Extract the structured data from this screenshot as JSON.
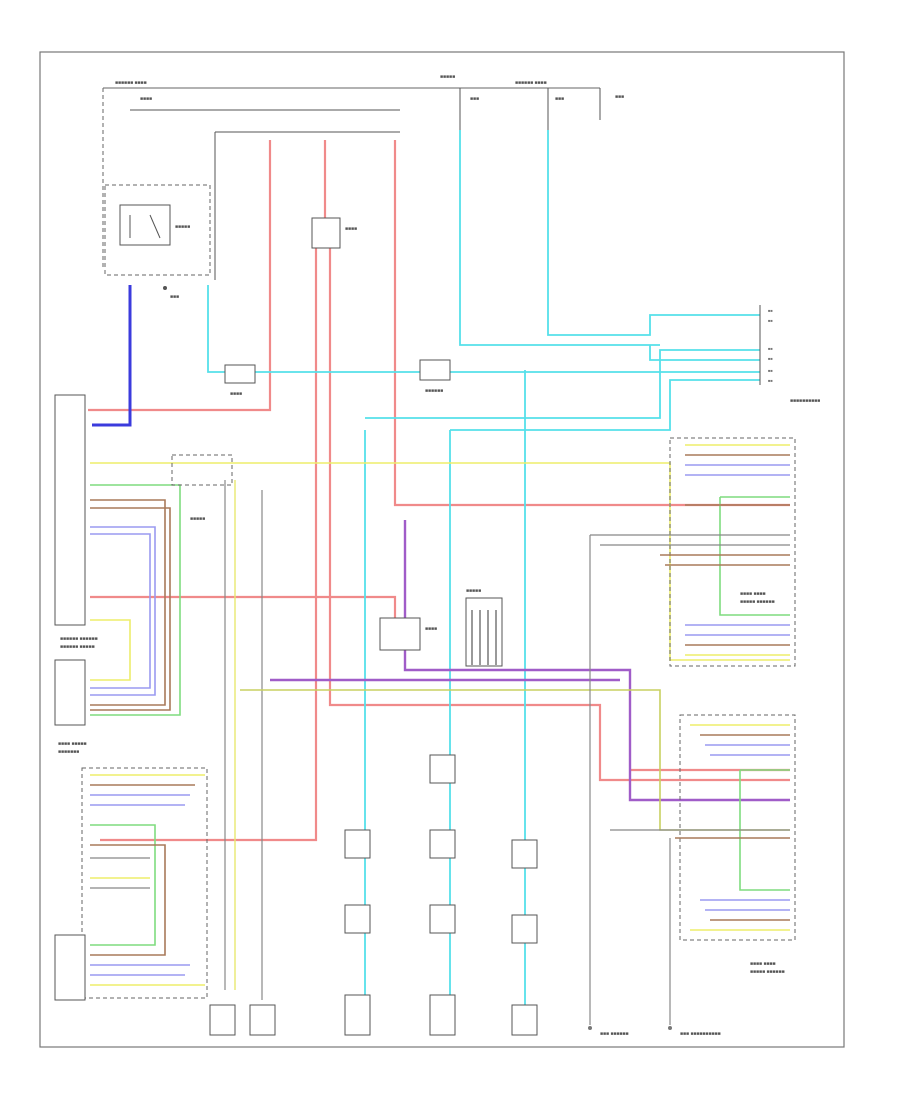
{
  "diagram": {
    "footer_code": "",
    "components": [
      {
        "id": "power-window-master-switch",
        "label": ""
      },
      {
        "id": "left-front-power-window-motor",
        "label": ""
      },
      {
        "id": "right-front-power-window-motor",
        "label": ""
      },
      {
        "id": "left-rear-power-window-motor",
        "label": ""
      },
      {
        "id": "right-rear-power-window-motor",
        "label": ""
      },
      {
        "id": "instrument-cluster",
        "label": ""
      },
      {
        "id": "fuse-relay-box",
        "label": ""
      }
    ],
    "wire_colors": {
      "red": "#f08a8a",
      "cyan": "#55e0ea",
      "blue": "#3b3bdd",
      "yellow": "#eded6a",
      "green": "#7fdc7f",
      "purple": "#a05cc8",
      "violet": "#9a9af0",
      "brown": "#a87a5a",
      "gray": "#888888"
    }
  }
}
